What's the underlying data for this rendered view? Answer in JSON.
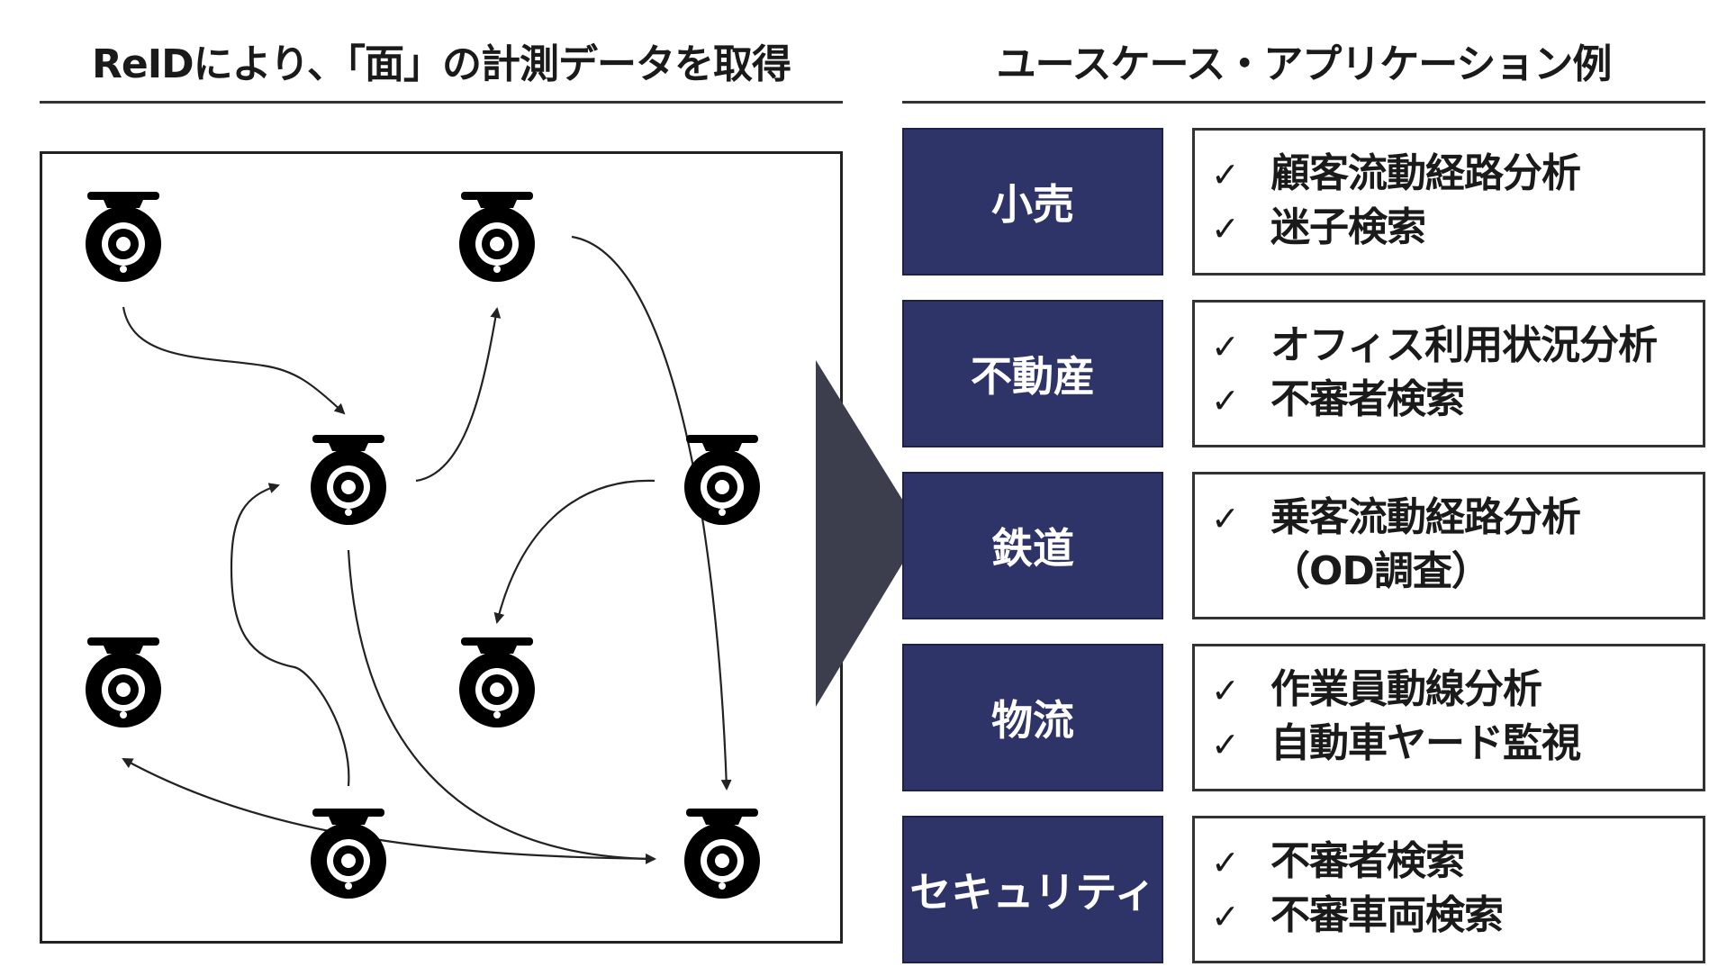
{
  "headings": {
    "left": "ReIDにより、「面」の計測データを取得",
    "right": "ユースケース・アプリケーション例"
  },
  "colors": {
    "category_fill": "#2e3468",
    "arrow_fill": "#3c3e4e",
    "camera": "#000000",
    "line": "#222222"
  },
  "icons": {
    "camera": "surveillance-camera-icon",
    "check": "checkmark-icon"
  },
  "use_cases": [
    {
      "category": "小売",
      "items": [
        {
          "check": "✓",
          "text": "顧客流動経路分析"
        },
        {
          "check": "✓",
          "text": "迷子検索"
        }
      ]
    },
    {
      "category": "不動産",
      "items": [
        {
          "check": "✓",
          "text": "オフィス利用状況分析"
        },
        {
          "check": "✓",
          "text": "不審者検索"
        }
      ]
    },
    {
      "category": "鉄道",
      "items": [
        {
          "check": "✓",
          "text": "乗客流動経路分析"
        },
        {
          "check": "",
          "text": "（OD調査）"
        }
      ]
    },
    {
      "category": "物流",
      "items": [
        {
          "check": "✓",
          "text": "作業員動線分析"
        },
        {
          "check": "✓",
          "text": "自動車ヤード監視"
        }
      ]
    },
    {
      "category": "セキュリティ",
      "items": [
        {
          "check": "✓",
          "text": "不審者検索"
        },
        {
          "check": "✓",
          "text": "不審車両検索"
        }
      ]
    }
  ]
}
